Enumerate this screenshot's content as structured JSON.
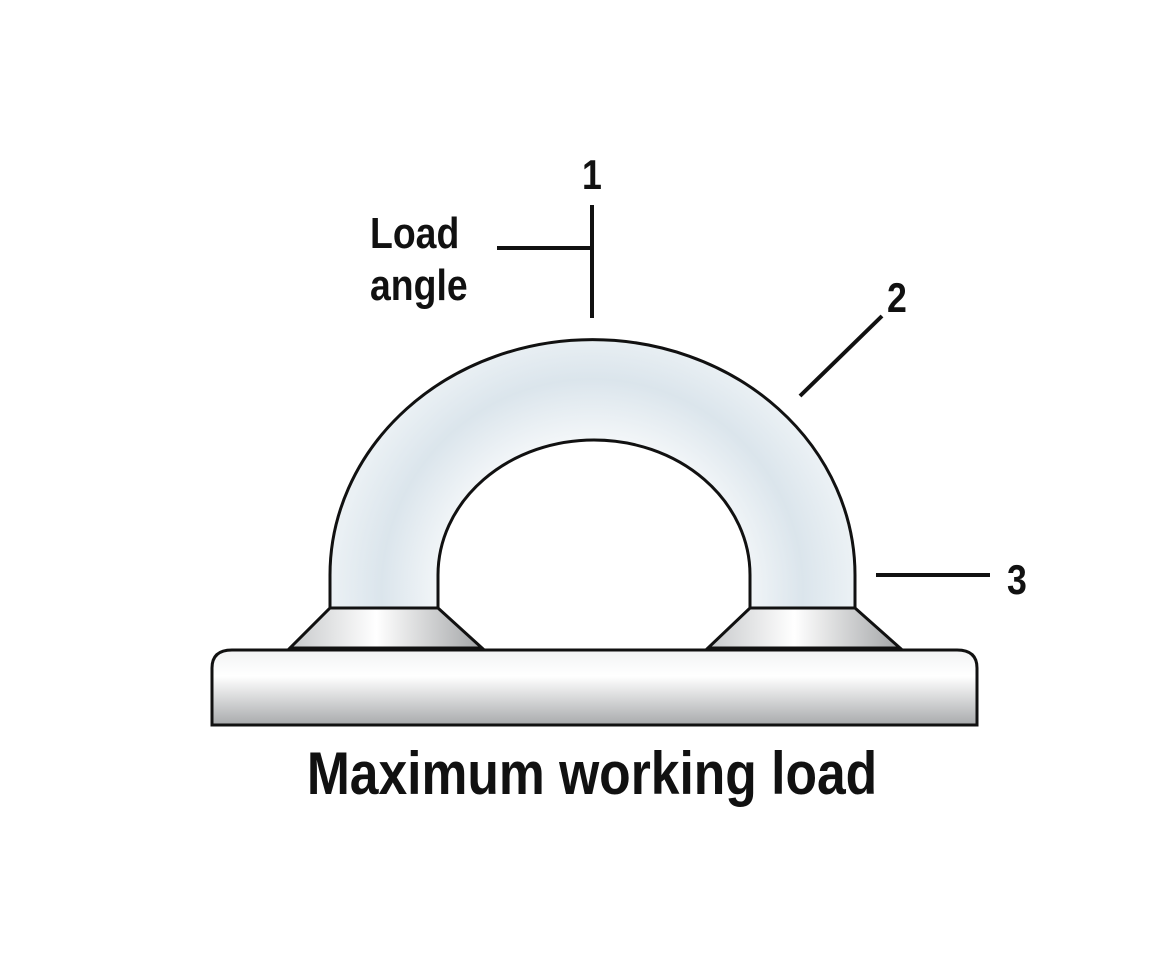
{
  "diagram": {
    "caption": "Maximum working load",
    "labels": {
      "one": "1",
      "two": "2",
      "three": "3",
      "load_angle_line1": "Load",
      "load_angle_line2": "angle"
    },
    "colors": {
      "arch_fill": "#e3ebf0",
      "arch_shade": "#cfdbe3",
      "metal_light": "#f7f8f8",
      "metal_dark": "#a9abad",
      "stroke": "#111111"
    }
  }
}
